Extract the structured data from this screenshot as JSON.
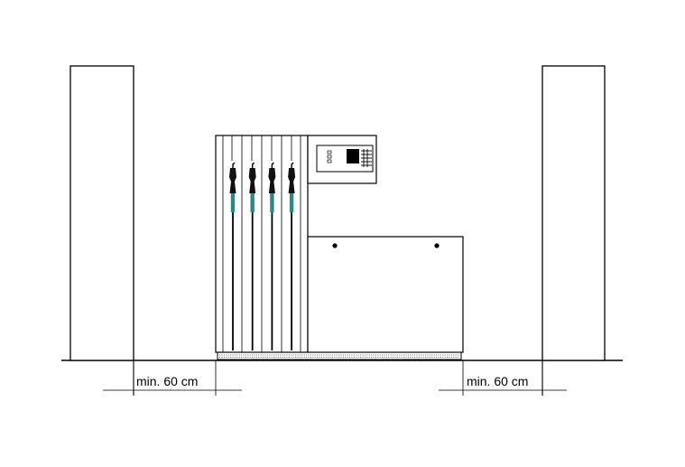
{
  "dimensions": {
    "left_label": "min. 60 cm",
    "right_label": "min. 60 cm"
  },
  "colors": {
    "line": "#000000",
    "background": "#ffffff",
    "nozzle_accent": "#2a8a86"
  },
  "dispenser": {
    "nozzle_count": 4
  }
}
